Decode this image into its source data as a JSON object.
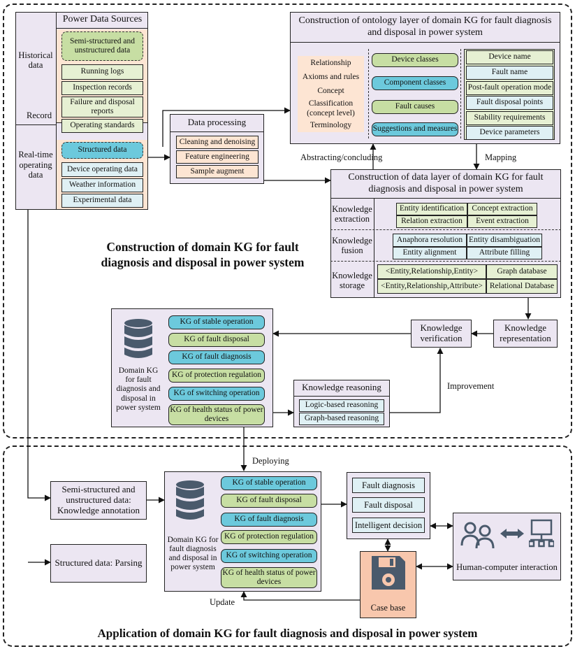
{
  "sources": {
    "title": "Power Data Sources",
    "historical_label": "Historical data",
    "realtime_label": "Real-time operating data",
    "record_label": "Record",
    "semi_header": "Semi-structured and unstructured data",
    "semi_items": [
      "Running logs",
      "Inspection records",
      "Failure and disposal reports",
      "Operating standards"
    ],
    "struct_header": "Structured data",
    "struct_items": [
      "Device operating data",
      "Weather information",
      "Experimental data"
    ]
  },
  "processing": {
    "title": "Data processing",
    "items": [
      "Cleaning and denoising",
      "Feature engineering",
      "Sample augment"
    ]
  },
  "ontology": {
    "title": "Construction of ontology layer of domain KG for fault diagnosis and disposal in power system",
    "left_items": [
      "Relationship",
      "Axioms and rules",
      "Concept",
      "Classification (concept level)",
      "Terminology"
    ],
    "mid_items": [
      "Device classes",
      "Component classes",
      "Fault causes",
      "Suggestions and measures"
    ],
    "right_items": [
      "Device name",
      "Fault name",
      "Post-fault operation mode",
      "Fault disposal points",
      "Stability requirements",
      "Device parameters"
    ]
  },
  "labels": {
    "abstracting": "Abstracting/concluding",
    "mapping": "Mapping",
    "improvement": "Improvement",
    "deploying": "Deploying",
    "update": "Update"
  },
  "datalayer": {
    "title": "Construction of data layer of domain KG for fault diagnosis and disposal in power system",
    "extraction_label": "Knowledge extraction",
    "extraction_items": [
      "Entity identification",
      "Concept extraction",
      "Relation extraction",
      "Event extraction"
    ],
    "fusion_label": "Knowledge fusion",
    "fusion_items": [
      "Anaphora resolution",
      "Entity disambiguation",
      "Entity alignment",
      "Attribute filling"
    ],
    "storage_label": "Knowledge storage",
    "storage_items": [
      "<Entity,Relationship,Entity>",
      "Graph database",
      "<Entity,Relationship,Attribute>",
      "Relational Database"
    ]
  },
  "construction_title": "Construction of domain KG for fault diagnosis and disposal in power system",
  "verification": {
    "label": "Knowledge verification"
  },
  "representation": {
    "label": "Knowledge representation"
  },
  "reasoning": {
    "title": "Knowledge reasoning",
    "items": [
      "Logic-based reasoning",
      "Graph-based reasoning"
    ]
  },
  "domain_kg": {
    "label": "Domain KG for fault diagnosis and disposal in power system",
    "items": [
      "KG of stable operation",
      "KG of fault disposal",
      "KG of fault diagnosis",
      "KG of protection regulation",
      "KG of switching operation",
      "KG of health status of power devices"
    ]
  },
  "application": {
    "annotation_label": "Semi-structured and unstructured data: Knowledge annotation",
    "parsing_label": "Structured data: Parsing",
    "apps": [
      "Fault diagnosis",
      "Fault disposal",
      "Intelligent decision"
    ],
    "case_base": "Case base",
    "hci": "Human-computer interaction",
    "title": "Application of domain KG for fault diagnosis and disposal in power system"
  },
  "colors": {
    "cyan": "#6cc9dc",
    "green": "#c7dea3",
    "lavender": "#ece6f2",
    "peach": "#fde5d3",
    "case": "#f8c7ad",
    "icon": "#4a5a6c"
  }
}
